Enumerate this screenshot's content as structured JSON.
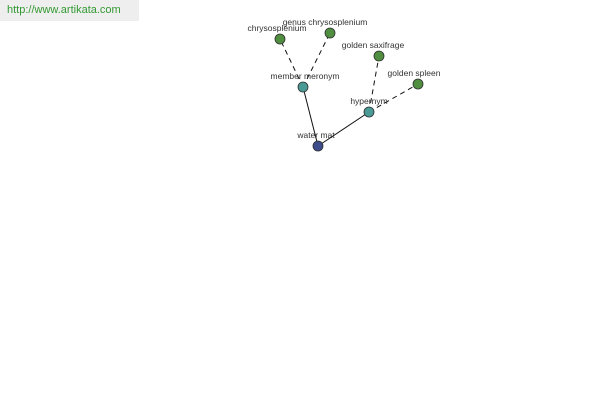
{
  "banner": {
    "url": "http://www.artikata.com"
  },
  "graph": {
    "nodes": [
      {
        "id": "water-mat",
        "label": "water mat",
        "kind": "root"
      },
      {
        "id": "member-meronym",
        "label": "member meronym",
        "kind": "relation"
      },
      {
        "id": "hypernym",
        "label": "hypernym",
        "kind": "relation"
      },
      {
        "id": "chrysosplenium",
        "label": "chrysosplenium",
        "kind": "term"
      },
      {
        "id": "genus-chrysosplenium",
        "label": "genus chrysosplenium",
        "kind": "term"
      },
      {
        "id": "golden-saxifrage",
        "label": "golden saxifrage",
        "kind": "term"
      },
      {
        "id": "golden-spleen",
        "label": "golden spleen",
        "kind": "term"
      }
    ],
    "edges": [
      {
        "from": "water-mat",
        "to": "member-meronym",
        "style": "solid"
      },
      {
        "from": "water-mat",
        "to": "hypernym",
        "style": "solid"
      },
      {
        "from": "member-meronym",
        "to": "chrysosplenium",
        "style": "dashed"
      },
      {
        "from": "member-meronym",
        "to": "genus-chrysosplenium",
        "style": "dashed"
      },
      {
        "from": "hypernym",
        "to": "golden-saxifrage",
        "style": "dashed"
      },
      {
        "from": "hypernym",
        "to": "golden-spleen",
        "style": "dashed"
      }
    ],
    "colors": {
      "root": "#3d4d8c",
      "relation": "#4a9a96",
      "term": "#4f8f3f",
      "node_stroke": "#2e2e2e",
      "edge": "#111111"
    }
  }
}
